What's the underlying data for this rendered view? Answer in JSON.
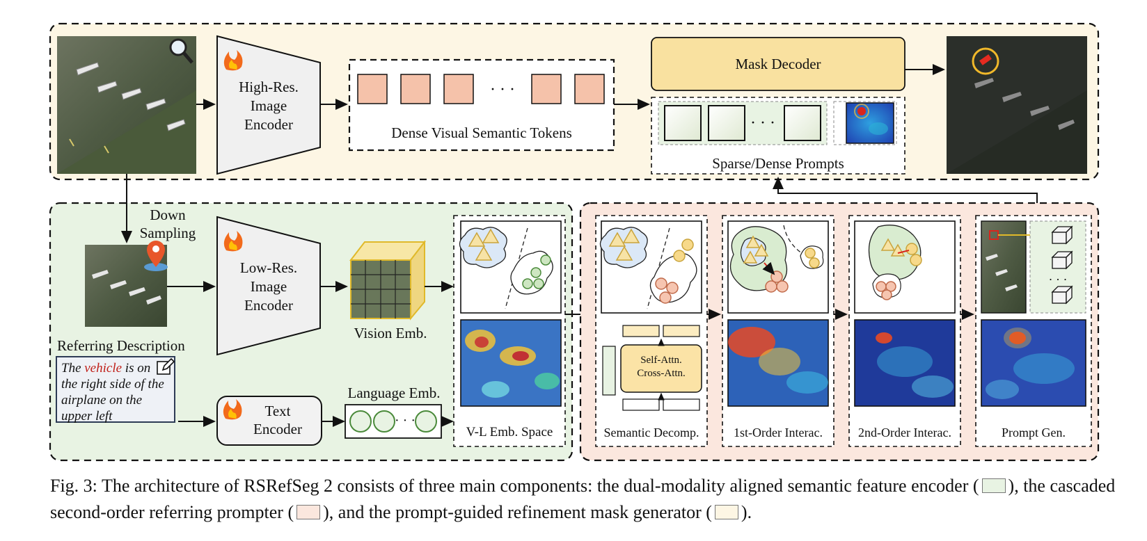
{
  "figure": {
    "top_row": {
      "image_encoder_high": "High-Res.\nImage\nEncoder",
      "dense_tokens_label": "Dense Visual Semantic Tokens",
      "ellipsis": "· · ·",
      "mask_decoder": "Mask Decoder",
      "prompts_label": "Sparse/Dense Prompts"
    },
    "left_panel": {
      "down_sampling": "Down\nSampling",
      "image_encoder_low": "Low-Res.\nImage\nEncoder",
      "vision_emb": "Vision Emb.",
      "referring_description_title": "Referring Description",
      "referring_text_before": "The ",
      "referring_text_highlight": "vehicle",
      "referring_text_after": " is on the right side of the airplane on the upper left",
      "text_encoder": "Text\nEncoder",
      "language_emb": "Language Emb.",
      "vl_space": "V-L Emb. Space"
    },
    "right_panel": {
      "semantic_decomp": "Semantic Decomp.",
      "attn_label": "Self-Attn.\nCross-Attn.",
      "first_order": "1st-Order Interac.",
      "second_order": "2nd-Order Interac.",
      "prompt_gen": "Prompt Gen."
    }
  },
  "caption": {
    "text_1": "Fig. 3: The architecture of RSRefSeg 2 consists of three main components: the dual-modality aligned semantic feature encoder (",
    "text_2": "), the cascaded second-order referring prompter (",
    "text_3": "), and the prompt-guided refinement mask generator (",
    "text_4": ")."
  },
  "colors": {
    "encoder_panel": "#e8f3e3",
    "prompter_panel": "#fbe7de",
    "generator_panel": "#fdf6e4",
    "token": "#f5c2aa",
    "mask_decoder": "#f9e1a0",
    "referring_highlight": "#c0201a"
  },
  "icons": [
    "fire-icon",
    "magnifier-icon",
    "location-pin-icon",
    "edit-icon"
  ]
}
